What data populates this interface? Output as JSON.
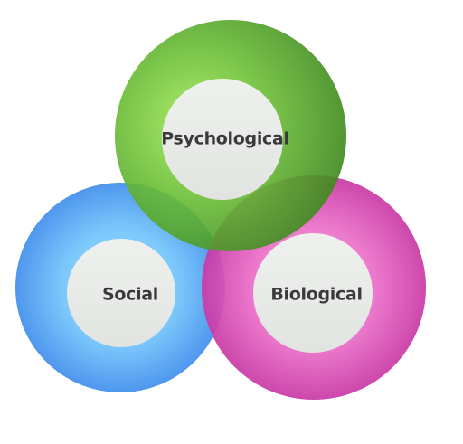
{
  "diagram": {
    "circles": [
      {
        "id": "psychological",
        "label": "Psychological",
        "color": "#4c9a22",
        "highlight": "#9be15a"
      },
      {
        "id": "social",
        "label": "Social",
        "color": "#5aa8f0",
        "highlight": "#a6e2ff"
      },
      {
        "id": "biological",
        "label": "Biological",
        "color": "#d745b0",
        "highlight": "#f59ad8"
      }
    ],
    "inner_fill": "#e8eae8"
  }
}
